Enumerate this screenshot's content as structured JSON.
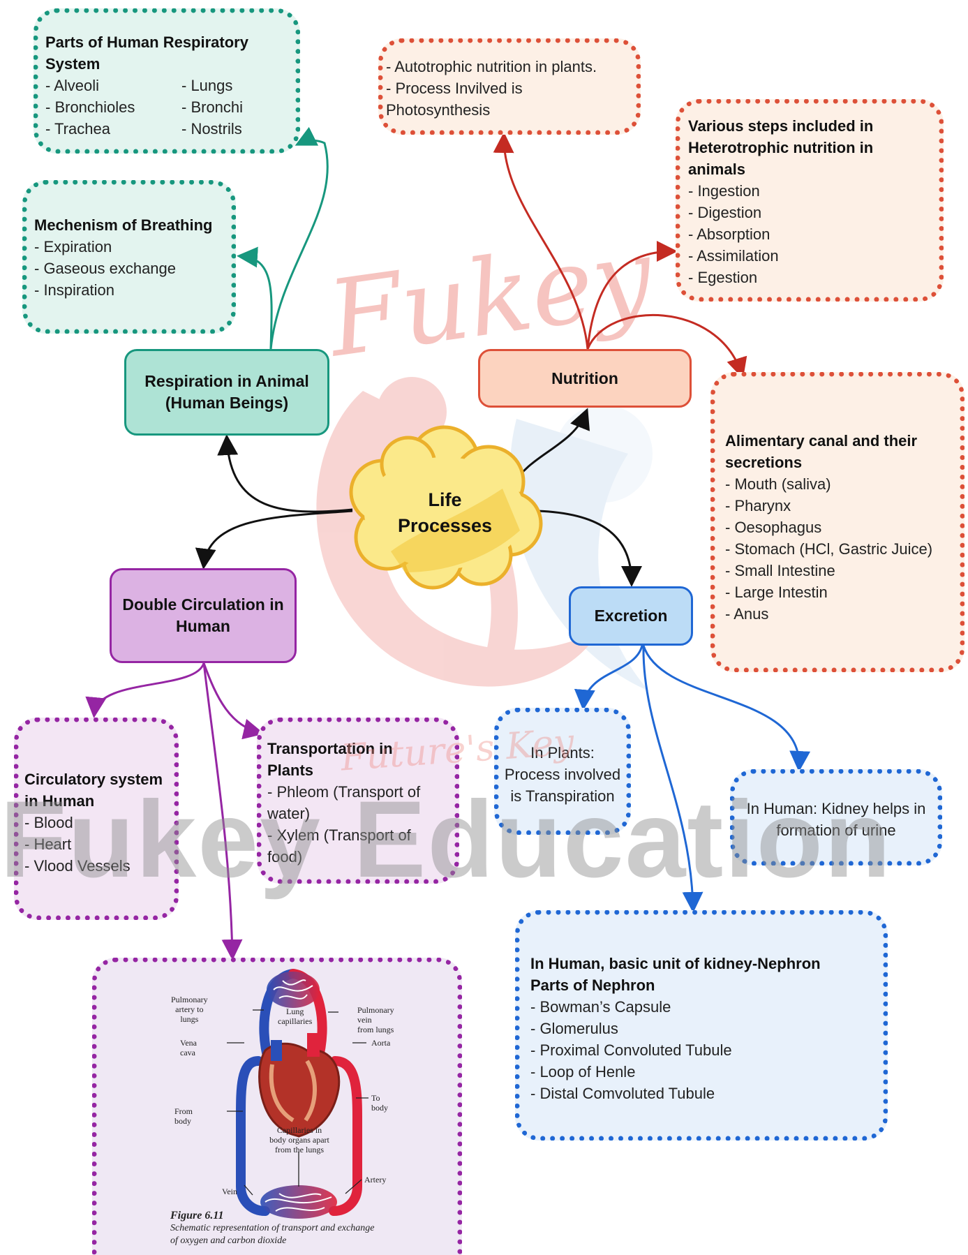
{
  "center": {
    "line1": "Life",
    "line2": "Processes"
  },
  "respiration": {
    "label_line1": "Respiration in Animal",
    "label_line2": "(Human Beings)"
  },
  "nutrition": {
    "label": "Nutrition"
  },
  "circulation": {
    "label_line1": "Double Circulation in",
    "label_line2": "Human"
  },
  "excretion": {
    "label": "Excretion"
  },
  "respiratory_parts": {
    "title_line1": "Parts of Human Respiratory",
    "title_line2": "System",
    "left_items": [
      "- Alveoli",
      "- Bronchioles",
      "- Trachea"
    ],
    "right_items": [
      "- Lungs",
      "- Bronchi",
      "- Nostrils"
    ]
  },
  "breathing": {
    "title": "Mechenism of Breathing",
    "items": [
      "- Expiration",
      "- Gaseous exchange",
      "- Inspiration"
    ]
  },
  "autotrophic": {
    "lines": [
      "- Autotrophic nutrition in plants.",
      "- Process Invilved is",
      "Photosynthesis"
    ]
  },
  "heterotrophic": {
    "title_lines": [
      "Various steps included in",
      "Heterotrophic nutrition in",
      "animals"
    ],
    "items": [
      "- Ingestion",
      "- Digestion",
      "- Absorption",
      "- Assimilation",
      "- Egestion"
    ]
  },
  "alimentary": {
    "title_lines": [
      "Alimentary canal and their",
      "secretions"
    ],
    "items": [
      "- Mouth (saliva)",
      "- Pharynx",
      "- Oesophagus",
      "- Stomach (HCl, Gastric Juice)",
      "- Small Intestine",
      "- Large Intestin",
      "- Anus"
    ]
  },
  "circulatory_system": {
    "title_lines": [
      "Circulatory system",
      "in Human"
    ],
    "items": [
      "- Blood",
      "- Heart",
      "- Vlood Vessels"
    ]
  },
  "transportation": {
    "title_lines": [
      "Transportation in",
      "Plants"
    ],
    "items": [
      "- Phleom (Transport of",
      "water)",
      "- Xylem  (Transport of",
      "food)"
    ]
  },
  "plants_excretion": {
    "lines": [
      "In Plants:",
      "Process involved",
      "is Transpiration"
    ]
  },
  "human_kidney": {
    "lines": [
      "In Human: Kidney helps in",
      "formation of urine"
    ]
  },
  "nephron": {
    "title_lines": [
      "In Human, basic unit of kidney-Nephron",
      "Parts of Nephron"
    ],
    "items": [
      "- Bowman’s Capsule",
      "- Glomerulus",
      "- Proximal Convoluted Tubule",
      "- Loop of Henle",
      "- Distal Comvoluted Tubule"
    ]
  },
  "figure": {
    "labels": {
      "pulmonary_artery_1": "Pulmonary",
      "pulmonary_artery_2": "artery to lungs",
      "lung_cap_1": "Lung",
      "lung_cap_2": "capillaries",
      "pulmonary_vein_1": "Pulmonary vein",
      "pulmonary_vein_2": "from lungs",
      "vena_cava": "Vena cava",
      "aorta": "Aorta",
      "to_body": "To body",
      "from_body": "From body",
      "cap_body_1": "Capillaries in",
      "cap_body_2": "body organs apart",
      "cap_body_3": "from the lungs",
      "vein": "Vein",
      "artery": "Artery"
    },
    "caption_title": "Figure 6.11",
    "caption_line1": "Schematic representation of transport and exchange",
    "caption_line2": "of oxygen and carbon dioxide"
  },
  "watermarks": {
    "script": "Fukey",
    "tagline": "Future's Key",
    "banner": "Fukey Education"
  },
  "colors": {
    "teal": "#17977e",
    "orange": "#dd5038",
    "purple": "#9525a3",
    "blue": "#1f67d4",
    "black": "#111111"
  }
}
